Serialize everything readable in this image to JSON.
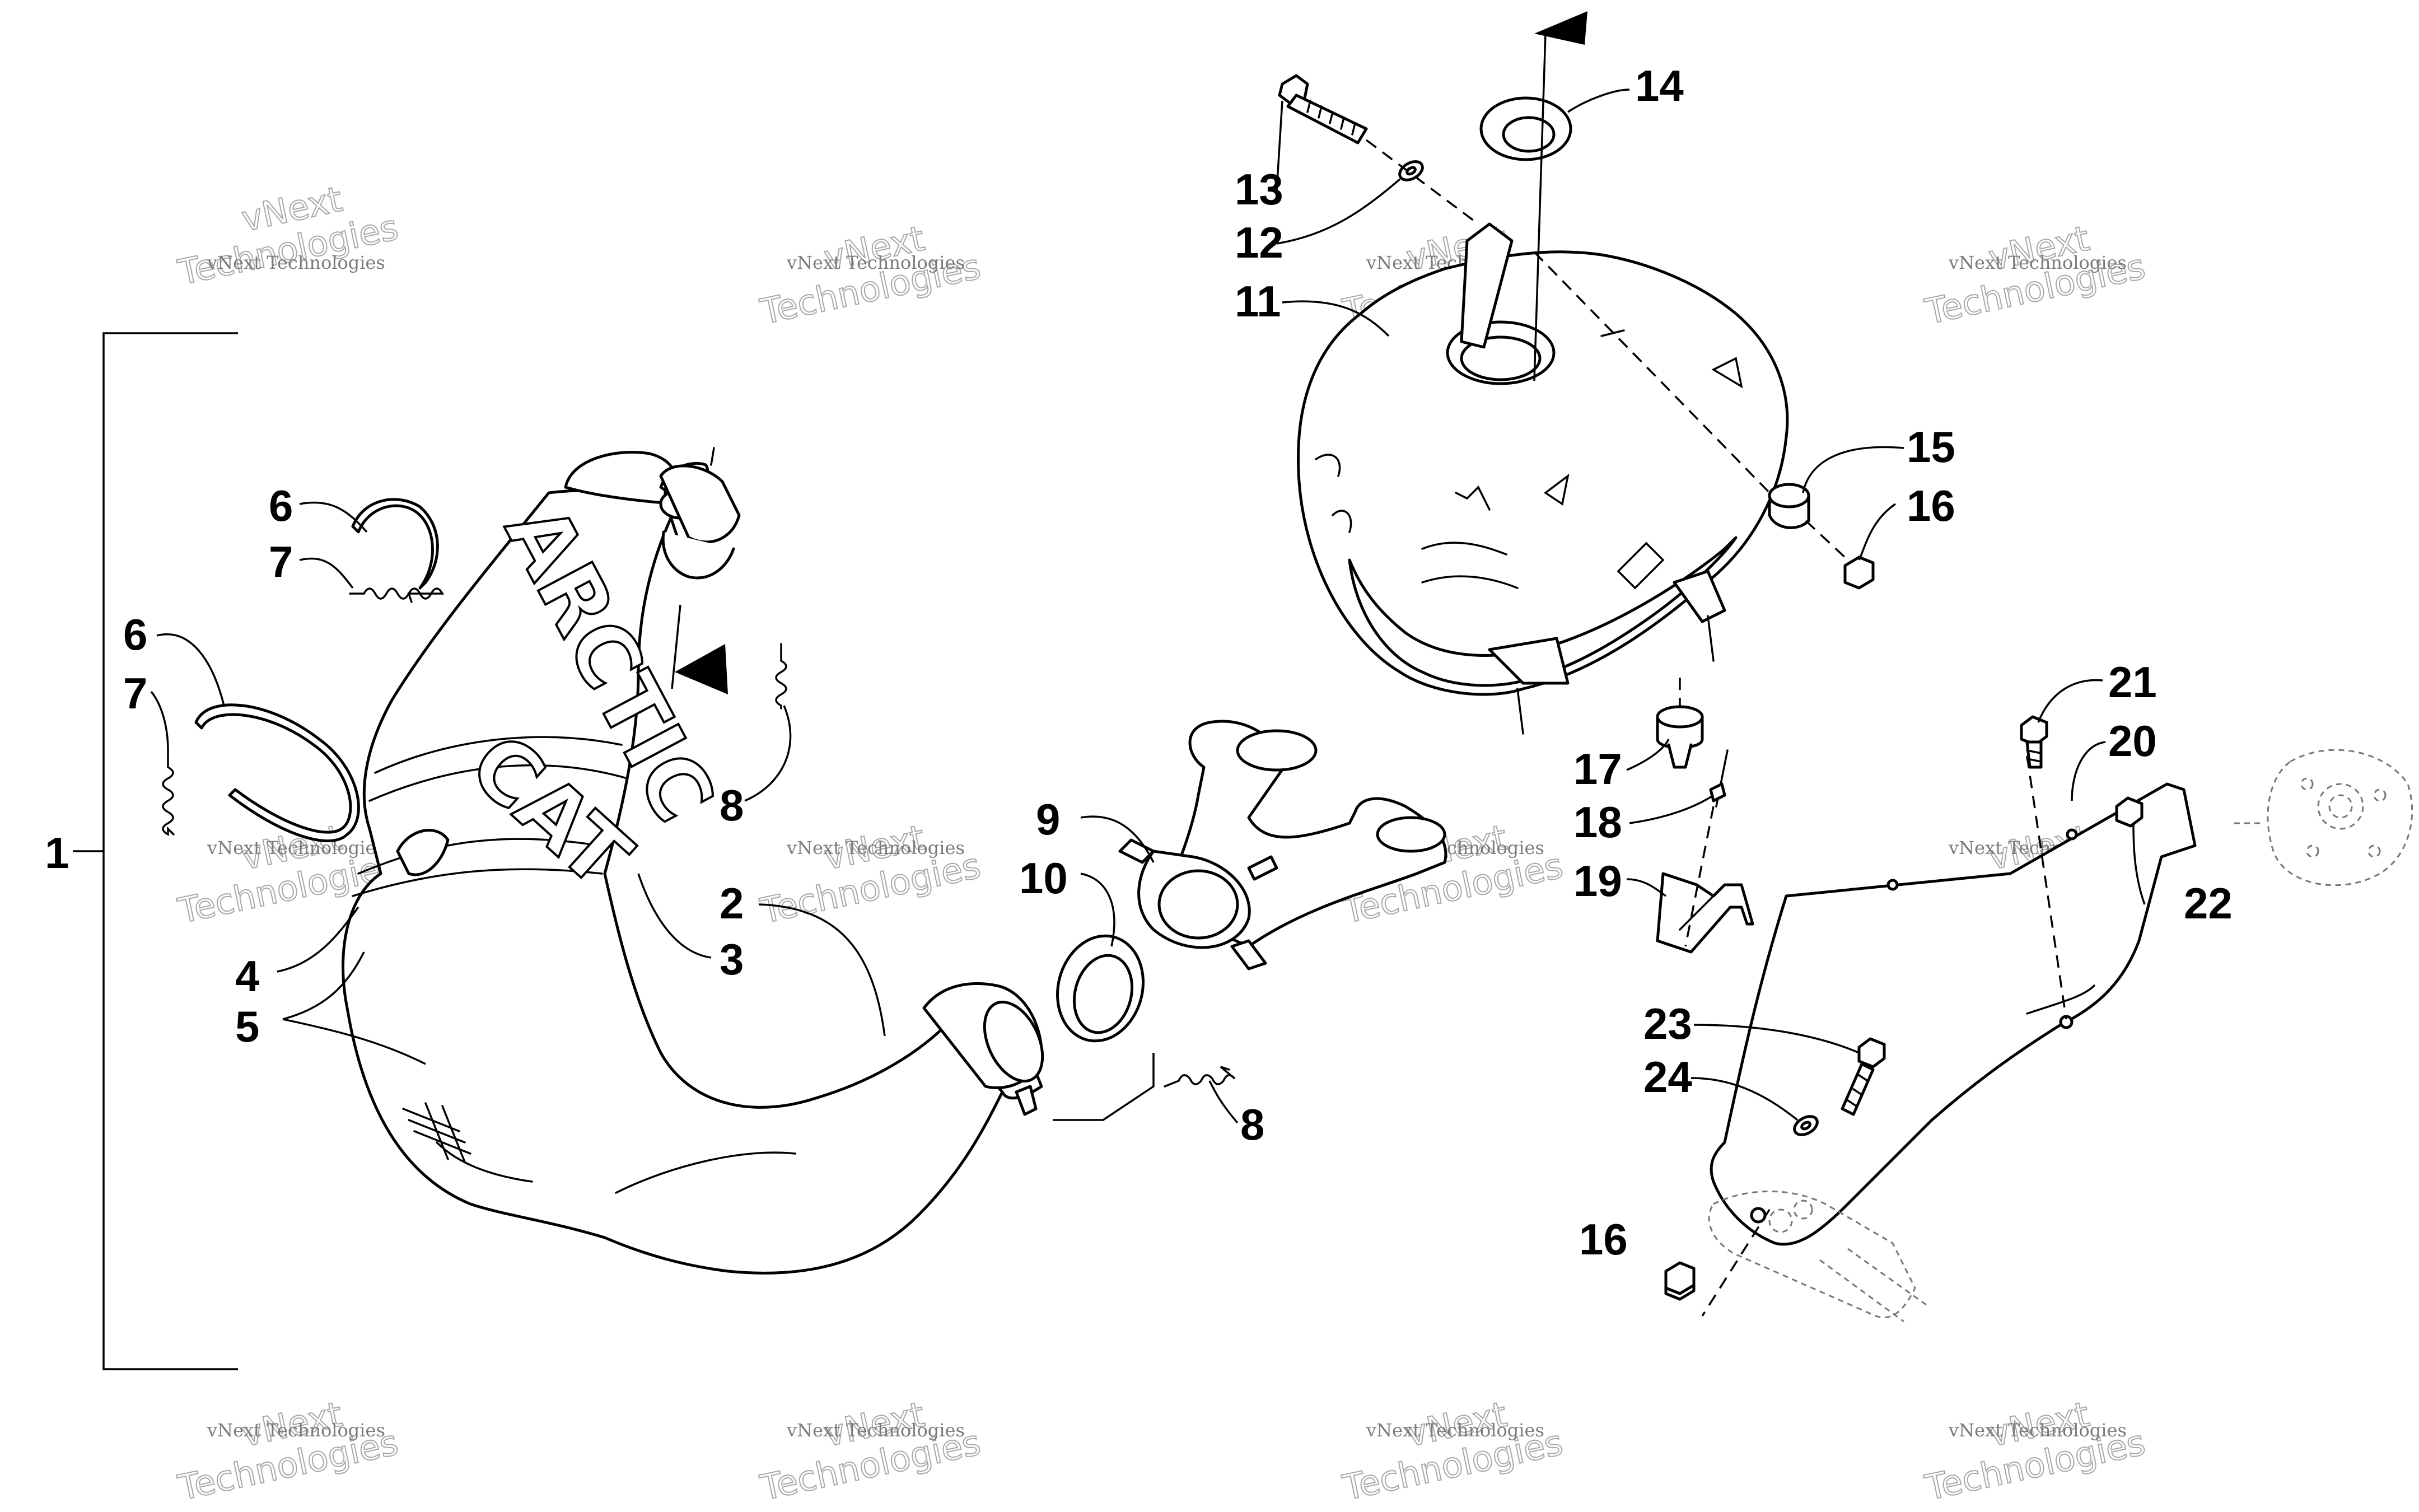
{
  "callouts": {
    "c1": "1",
    "c2": "2",
    "c3": "3",
    "c4": "4",
    "c5": "5",
    "c6a": "6",
    "c6b": "6",
    "c7a": "7",
    "c7b": "7",
    "c8a": "8",
    "c8b": "8",
    "c9": "9",
    "c10": "10",
    "c11": "11",
    "c12": "12",
    "c13": "13",
    "c14": "14",
    "c15": "15",
    "c16a": "16",
    "c16b": "16",
    "c17": "17",
    "c18": "18",
    "c19": "19",
    "c20": "20",
    "c21": "21",
    "c22": "22",
    "c23": "23",
    "c24": "24"
  },
  "branding": {
    "emboss_top": "ARCTIC",
    "emboss_bottom": "CAT"
  },
  "watermark": {
    "line_small": "vNext Technologies",
    "line_big_1": "vNext",
    "line_big_2": "Technologies"
  },
  "colors": {
    "ink": "#000000",
    "watermark": "#a8a8a8",
    "background": "#ffffff"
  }
}
